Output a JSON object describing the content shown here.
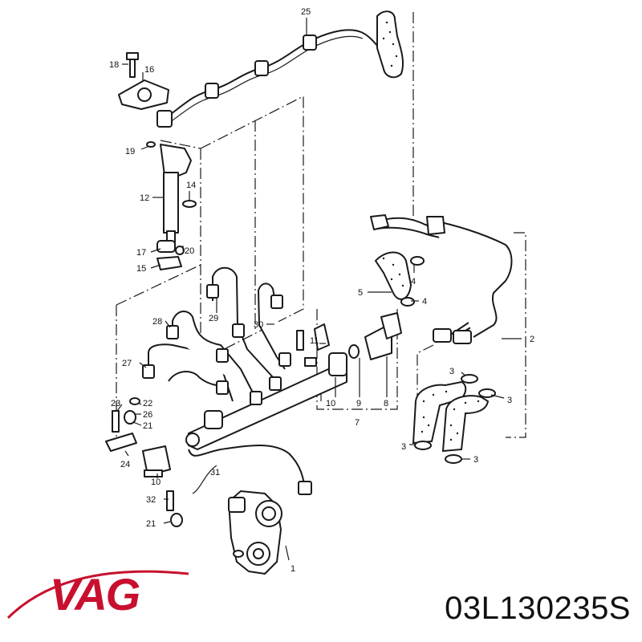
{
  "brand": {
    "name": "VAG",
    "color": "#c8102e"
  },
  "part_number": "03L130235S",
  "callouts": [
    {
      "id": "c25",
      "text": "25"
    },
    {
      "id": "c18",
      "text": "18"
    },
    {
      "id": "c16",
      "text": "16"
    },
    {
      "id": "c19",
      "text": "19"
    },
    {
      "id": "c12",
      "text": "12"
    },
    {
      "id": "c14",
      "text": "14"
    },
    {
      "id": "c17",
      "text": "17"
    },
    {
      "id": "c20",
      "text": "20"
    },
    {
      "id": "c15",
      "text": "15"
    },
    {
      "id": "c5",
      "text": "5"
    },
    {
      "id": "c4a",
      "text": "4"
    },
    {
      "id": "c4b",
      "text": "4"
    },
    {
      "id": "c2",
      "text": "2"
    },
    {
      "id": "c29",
      "text": "29"
    },
    {
      "id": "c28",
      "text": "28"
    },
    {
      "id": "c30",
      "text": "30"
    },
    {
      "id": "c11",
      "text": "11"
    },
    {
      "id": "c27",
      "text": "27"
    },
    {
      "id": "c10a",
      "text": "10"
    },
    {
      "id": "c9",
      "text": "9"
    },
    {
      "id": "c8",
      "text": "8"
    },
    {
      "id": "c7",
      "text": "7"
    },
    {
      "id": "c3a",
      "text": "3"
    },
    {
      "id": "c3b",
      "text": "3"
    },
    {
      "id": "c3c",
      "text": "3"
    },
    {
      "id": "c3d",
      "text": "3"
    },
    {
      "id": "c23",
      "text": "23"
    },
    {
      "id": "c22",
      "text": "22"
    },
    {
      "id": "c26",
      "text": "26"
    },
    {
      "id": "c21a",
      "text": "21"
    },
    {
      "id": "c24",
      "text": "24"
    },
    {
      "id": "c10b",
      "text": "10"
    },
    {
      "id": "c31",
      "text": "31"
    },
    {
      "id": "c32",
      "text": "32"
    },
    {
      "id": "c21b",
      "text": "21"
    },
    {
      "id": "c1",
      "text": "1"
    }
  ]
}
